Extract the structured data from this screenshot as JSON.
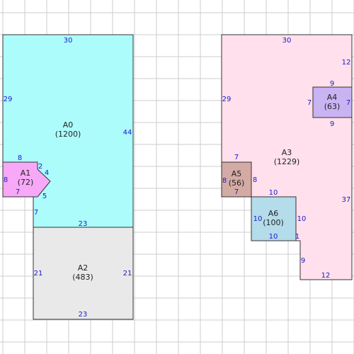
{
  "colors": {
    "grid": "#cccccc",
    "outline": "#333333",
    "region_text": "#222222",
    "dimension_text": "#1a1acc"
  },
  "regions": [
    {
      "id": "A0",
      "name": "A0",
      "area": "(1200)",
      "fill": "#adfcfc"
    },
    {
      "id": "A1",
      "name": "A1",
      "area": "(72)",
      "fill": "#f7a8f7"
    },
    {
      "id": "A2",
      "name": "A2",
      "area": "(483)",
      "fill": "#e9e9e9"
    },
    {
      "id": "A3",
      "name": "A3",
      "area": "(1229)",
      "fill": "#ffe0ec"
    },
    {
      "id": "A4",
      "name": "A4",
      "area": "(63)",
      "fill": "#c9b3f2"
    },
    {
      "id": "A5",
      "name": "A5",
      "area": "(56)",
      "fill": "#d4aaa4"
    },
    {
      "id": "A6",
      "name": "A6",
      "area": "(100)",
      "fill": "#b4dcea"
    }
  ],
  "dimensions": [
    "30",
    "29",
    "44",
    "8",
    "2",
    "4",
    "8",
    "7",
    "5",
    "7",
    "23",
    "21",
    "21",
    "23",
    "30",
    "12",
    "29",
    "9",
    "7",
    "7",
    "9",
    "7",
    "8",
    "8",
    "7",
    "10",
    "37",
    "10",
    "10",
    "1",
    "10",
    "9",
    "12"
  ]
}
